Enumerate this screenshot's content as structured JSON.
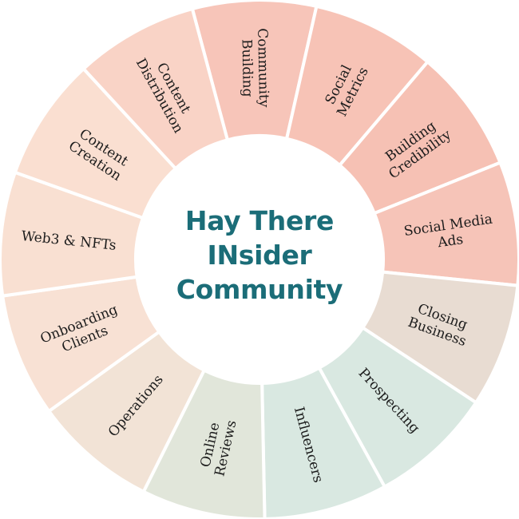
{
  "center": {
    "lines": [
      "Hay There",
      "INsider",
      "Community"
    ]
  },
  "segments": [
    {
      "label": [
        "Community",
        "Building"
      ],
      "color": "#f7c5b9"
    },
    {
      "label": [
        "Social",
        "Metrics"
      ],
      "color": "#f7c3b6"
    },
    {
      "label": [
        "Building",
        "Credibility"
      ],
      "color": "#f6c1b4"
    },
    {
      "label": [
        "Social Media",
        "Ads"
      ],
      "color": "#f6c4b8"
    },
    {
      "label": [
        "Closing",
        "Business"
      ],
      "color": "#e8dcd2"
    },
    {
      "label": [
        "Prospecting"
      ],
      "color": "#d9e8e1"
    },
    {
      "label": [
        "Influencers"
      ],
      "color": "#d9e8e1"
    },
    {
      "label": [
        "Online",
        "Reviews"
      ],
      "color": "#e1e6da"
    },
    {
      "label": [
        "Operations"
      ],
      "color": "#f2e3d6"
    },
    {
      "label": [
        "Onboarding",
        "Clients"
      ],
      "color": "#f8e1d4"
    },
    {
      "label": [
        "Web3 & NFTs"
      ],
      "color": "#f9e0d2"
    },
    {
      "label": [
        "Content",
        "Creation"
      ],
      "color": "#fadfd1"
    },
    {
      "label": [
        "Content",
        "Distribution"
      ],
      "color": "#f9d3c6"
    }
  ],
  "colors": {
    "accent": "#1b6d78",
    "separator": "#ffffff",
    "text": "#1c1c1c"
  }
}
